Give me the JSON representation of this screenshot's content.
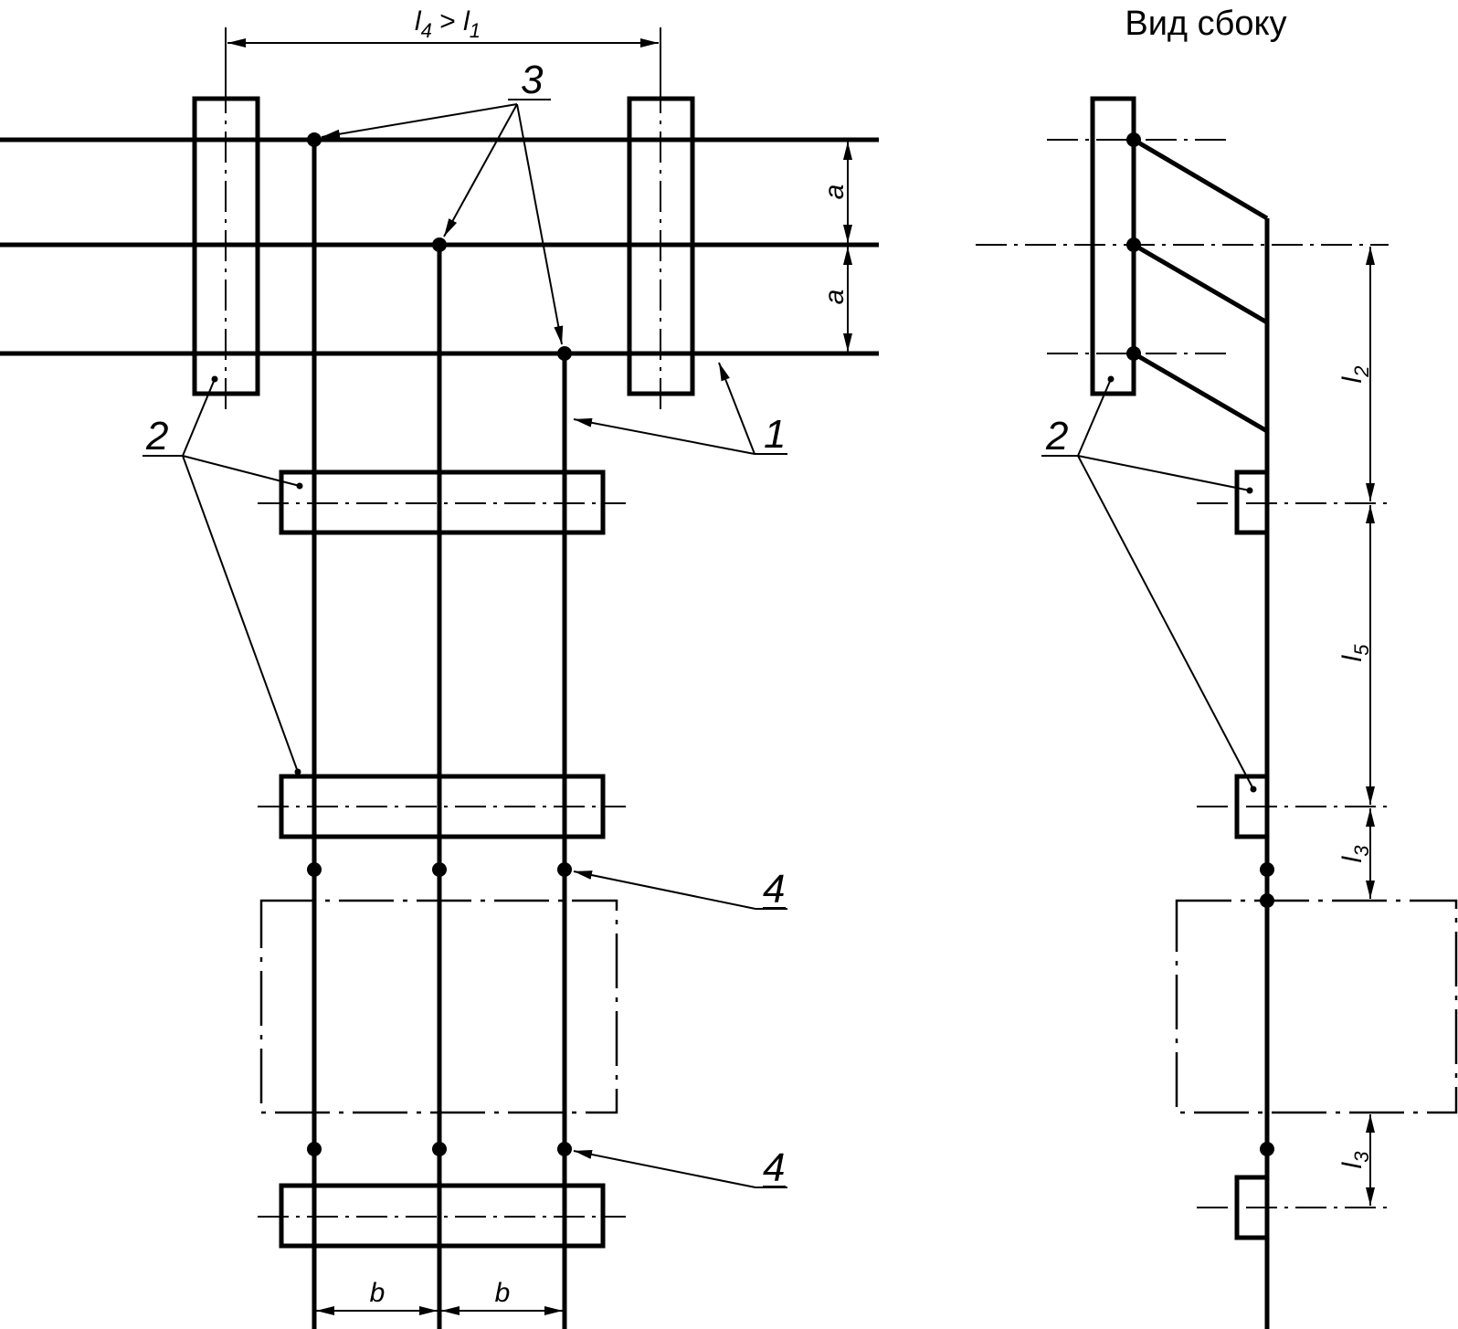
{
  "title": "Вид сбоку",
  "callouts": {
    "busbar": "1",
    "insulator": "2",
    "tap_point": "3",
    "device_terminal": "4"
  },
  "dimensions": {
    "span_main": "l",
    "span_main_sub": "4",
    "span_compare": " > ",
    "span_ref": "l",
    "span_ref_sub": "1",
    "phase_gap": "a",
    "phase_step": "b",
    "vertical_span": "l",
    "vertical_span_sub": "2",
    "support_span": "l",
    "support_span_sub": "5",
    "terminal_gap": "l",
    "terminal_gap_sub": "3"
  }
}
